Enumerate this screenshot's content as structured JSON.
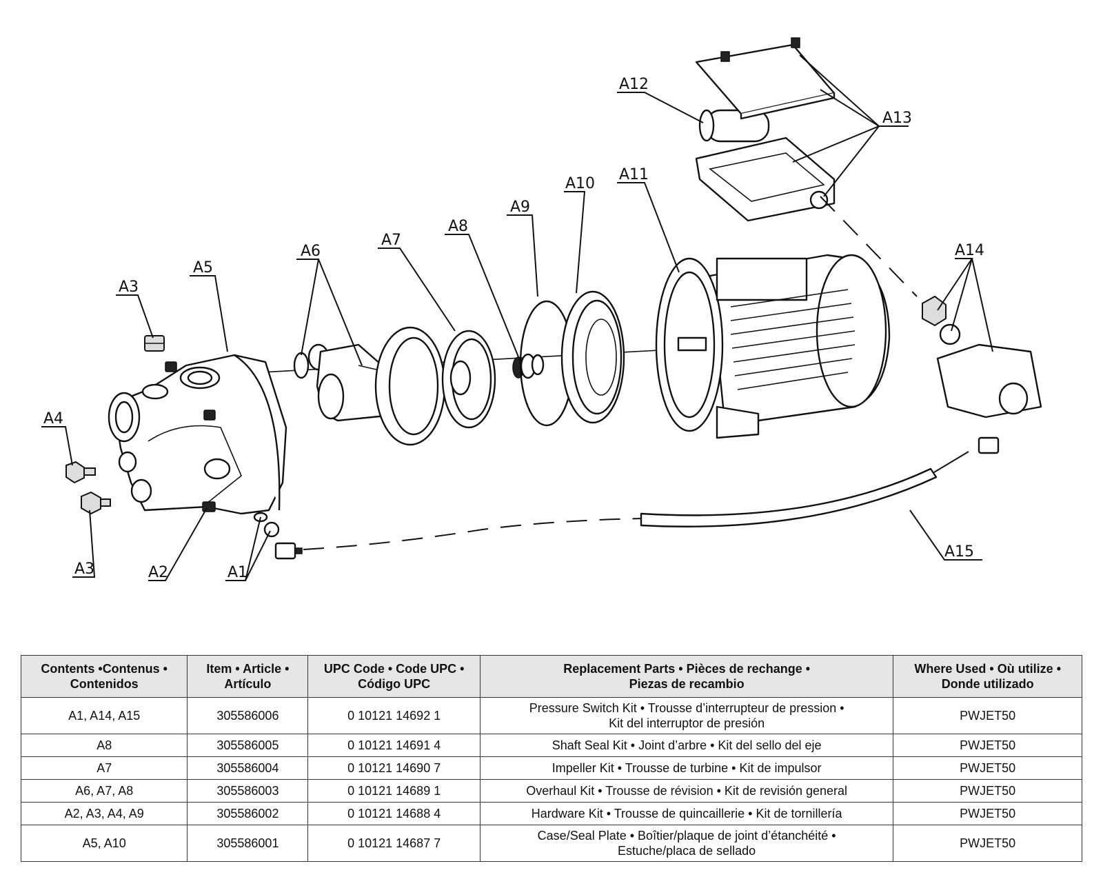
{
  "callouts": [
    "A1",
    "A2",
    "A3",
    "A3",
    "A4",
    "A5",
    "A6",
    "A7",
    "A8",
    "A9",
    "A10",
    "A11",
    "A12",
    "A13",
    "A14",
    "A15"
  ],
  "table": {
    "headers": [
      {
        "line1": "Contents •Contenus •",
        "line2": "Contenidos"
      },
      {
        "line1": "Item • Article •",
        "line2": "Artículo"
      },
      {
        "line1": "UPC Code • Code UPC •",
        "line2": "Código UPC"
      },
      {
        "line1": "Replacement Parts • Pièces de rechange •",
        "line2": "Piezas de recambio"
      },
      {
        "line1": "Where Used • Où utilize •",
        "line2": "Donde utilizado"
      }
    ],
    "rows": [
      {
        "contents": "A1, A14, A15",
        "item": "305586006",
        "upc": "0 10121 14692 1",
        "parts_line1": "Pressure Switch Kit • Trousse d’interrupteur de pression •",
        "parts_line2": "Kit del interruptor de presión",
        "where": "PWJET50"
      },
      {
        "contents": "A8",
        "item": "305586005",
        "upc": "0 10121 14691 4",
        "parts_line1": "Shaft Seal Kit • Joint d’arbre • Kit del sello del eje",
        "parts_line2": "",
        "where": "PWJET50"
      },
      {
        "contents": "A7",
        "item": "305586004",
        "upc": "0 10121 14690 7",
        "parts_line1": "Impeller Kit • Trousse de turbine • Kit de impulsor",
        "parts_line2": "",
        "where": "PWJET50"
      },
      {
        "contents": "A6, A7, A8",
        "item": "305586003",
        "upc": "0 10121 14689 1",
        "parts_line1": "Overhaul Kit • Trousse de révision • Kit de revisión general",
        "parts_line2": "",
        "where": "PWJET50"
      },
      {
        "contents": "A2, A3, A4, A9",
        "item": "305586002",
        "upc": "0 10121 14688 4",
        "parts_line1": "Hardware Kit • Trousse de quincaillerie • Kit de tornillería",
        "parts_line2": "",
        "where": "PWJET50"
      },
      {
        "contents": "A5, A10",
        "item": "305586001",
        "upc": "0 10121 14687 7",
        "parts_line1": "Case/Seal Plate • Boîtier/plaque de joint d’étanchéité •",
        "parts_line2": "Estuche/placa de sellado",
        "where": "PWJET50"
      }
    ]
  }
}
